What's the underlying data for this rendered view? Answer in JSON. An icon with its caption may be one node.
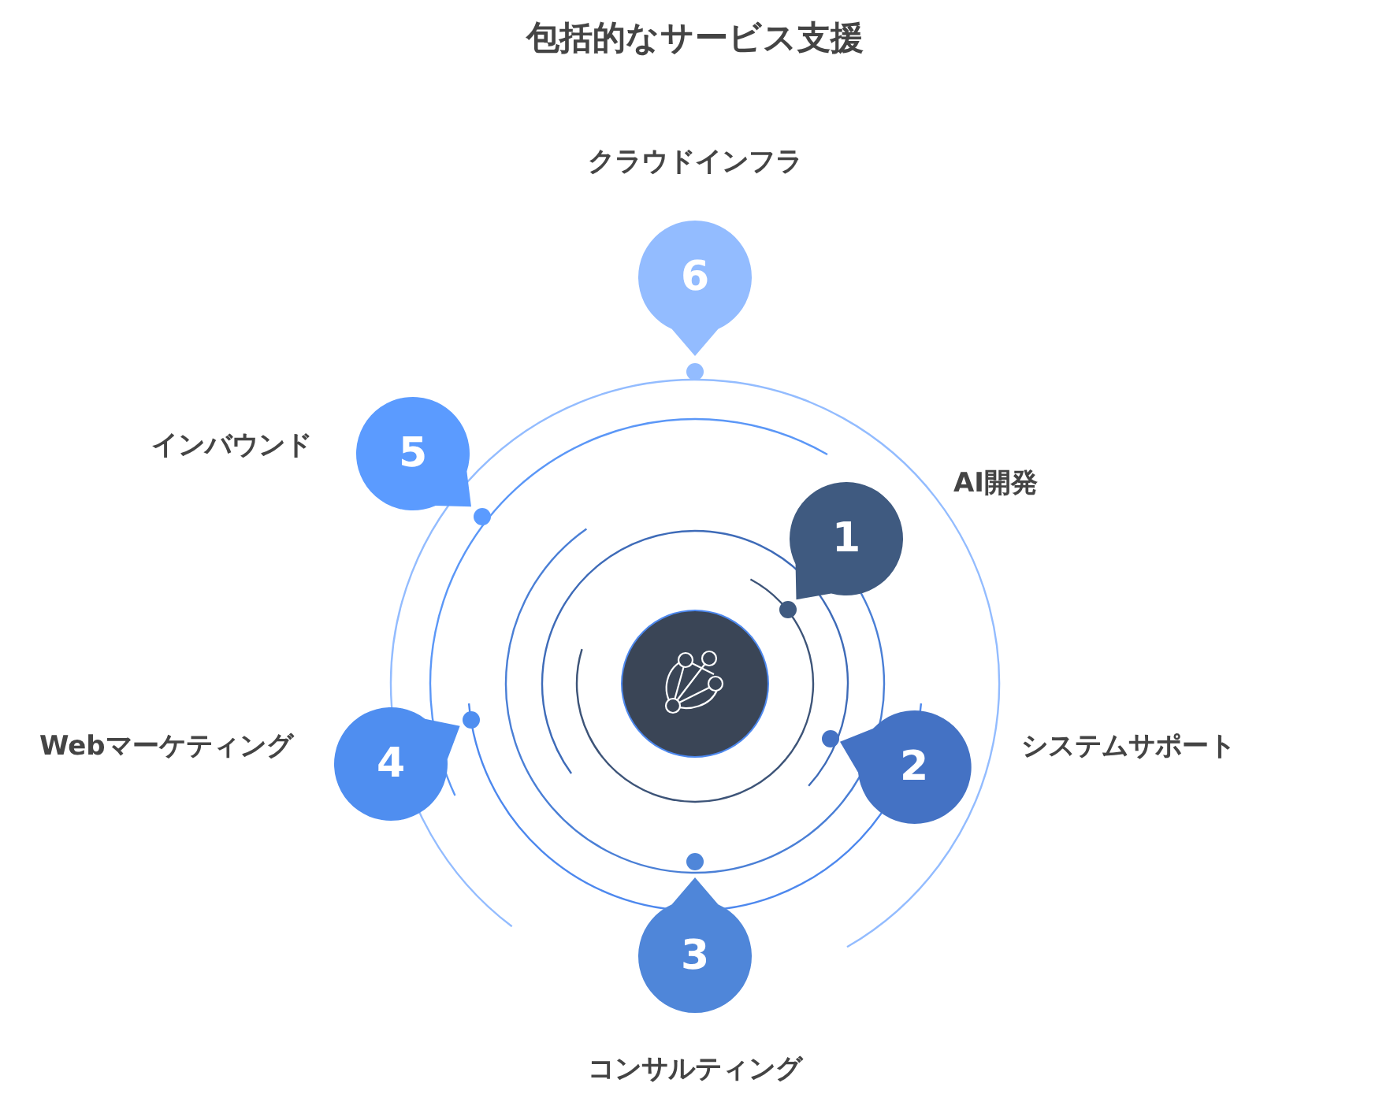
{
  "diagram": {
    "title": "包括的なサービス支援",
    "nodes": [
      {
        "text": [],
        "shape": "circle"
      },
      {
        "text": [
          "1"
        ],
        "beside": [
          "AI開発"
        ]
      },
      {
        "text": [
          "2"
        ],
        "beside": [
          "システムサポート"
        ]
      },
      {
        "text": [
          "3"
        ],
        "beside": [
          "コンサルティング"
        ]
      },
      {
        "text": [
          "4"
        ],
        "beside": [
          "Webマーケティング"
        ]
      },
      {
        "text": [
          "5"
        ],
        "beside": [
          "インバウンド"
        ]
      },
      {
        "text": [
          "6"
        ],
        "beside": [
          "クラウドインフラ"
        ]
      }
    ],
    "edges": []
  }
}
